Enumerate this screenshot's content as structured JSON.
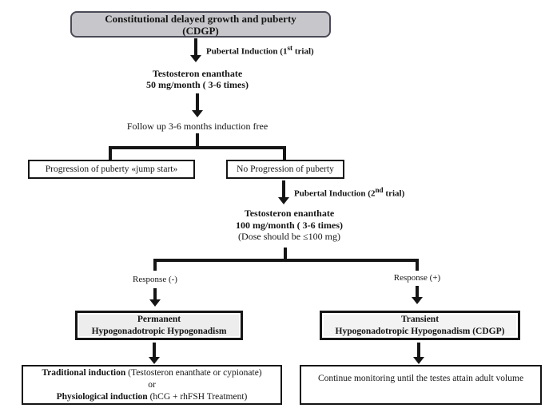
{
  "title": {
    "line1": "Constitutional delayed growth and puberty",
    "line2": "(CDGP)"
  },
  "edge_labels": {
    "induction1": {
      "prefix": "Pubertal Induction (1",
      "sup": "st",
      "suffix": " trial)"
    },
    "induction2": {
      "prefix": "Pubertal Induction (2",
      "sup": "nd",
      "suffix": " trial)"
    },
    "response_negative": "Response (-)",
    "response_positive": "Response (+)"
  },
  "nodes": {
    "dose1": {
      "line1": "Testosteron enanthate",
      "line2": "50 mg/month ( 3-6 times)"
    },
    "followup": "Follow up 3-6 months induction free",
    "progression": "Progression of puberty «jump start»",
    "no_progression": "No Progression of puberty",
    "dose2": {
      "line1": "Testosteron enanthate",
      "line2": "100 mg/month ( 3-6 times)",
      "line3": "(Dose should be ≤100 mg)"
    },
    "permanent": {
      "line1": "Permanent",
      "line2": "Hypogonadotropic Hypogonadism"
    },
    "transient": {
      "line1": "Transient",
      "line2": "Hypogonadotropic Hypogonadism (CDGP)"
    },
    "traditional": {
      "line1_bold": "Traditional induction",
      "line1_rest": " (Testosteron enanthate or cypionate)",
      "line2": "or",
      "line3_bold": "Physiological induction",
      "line3_rest": " (hCG + rhFSH Treatment)"
    },
    "monitoring": "Continue monitoring until the testes attain adult volume"
  },
  "colors": {
    "line": "#151515",
    "title_fill": "#c7c7cb",
    "title_border": "#4a4a58",
    "emphasis_panel_fill": "#ededed",
    "box_fill": "#ffffff"
  }
}
